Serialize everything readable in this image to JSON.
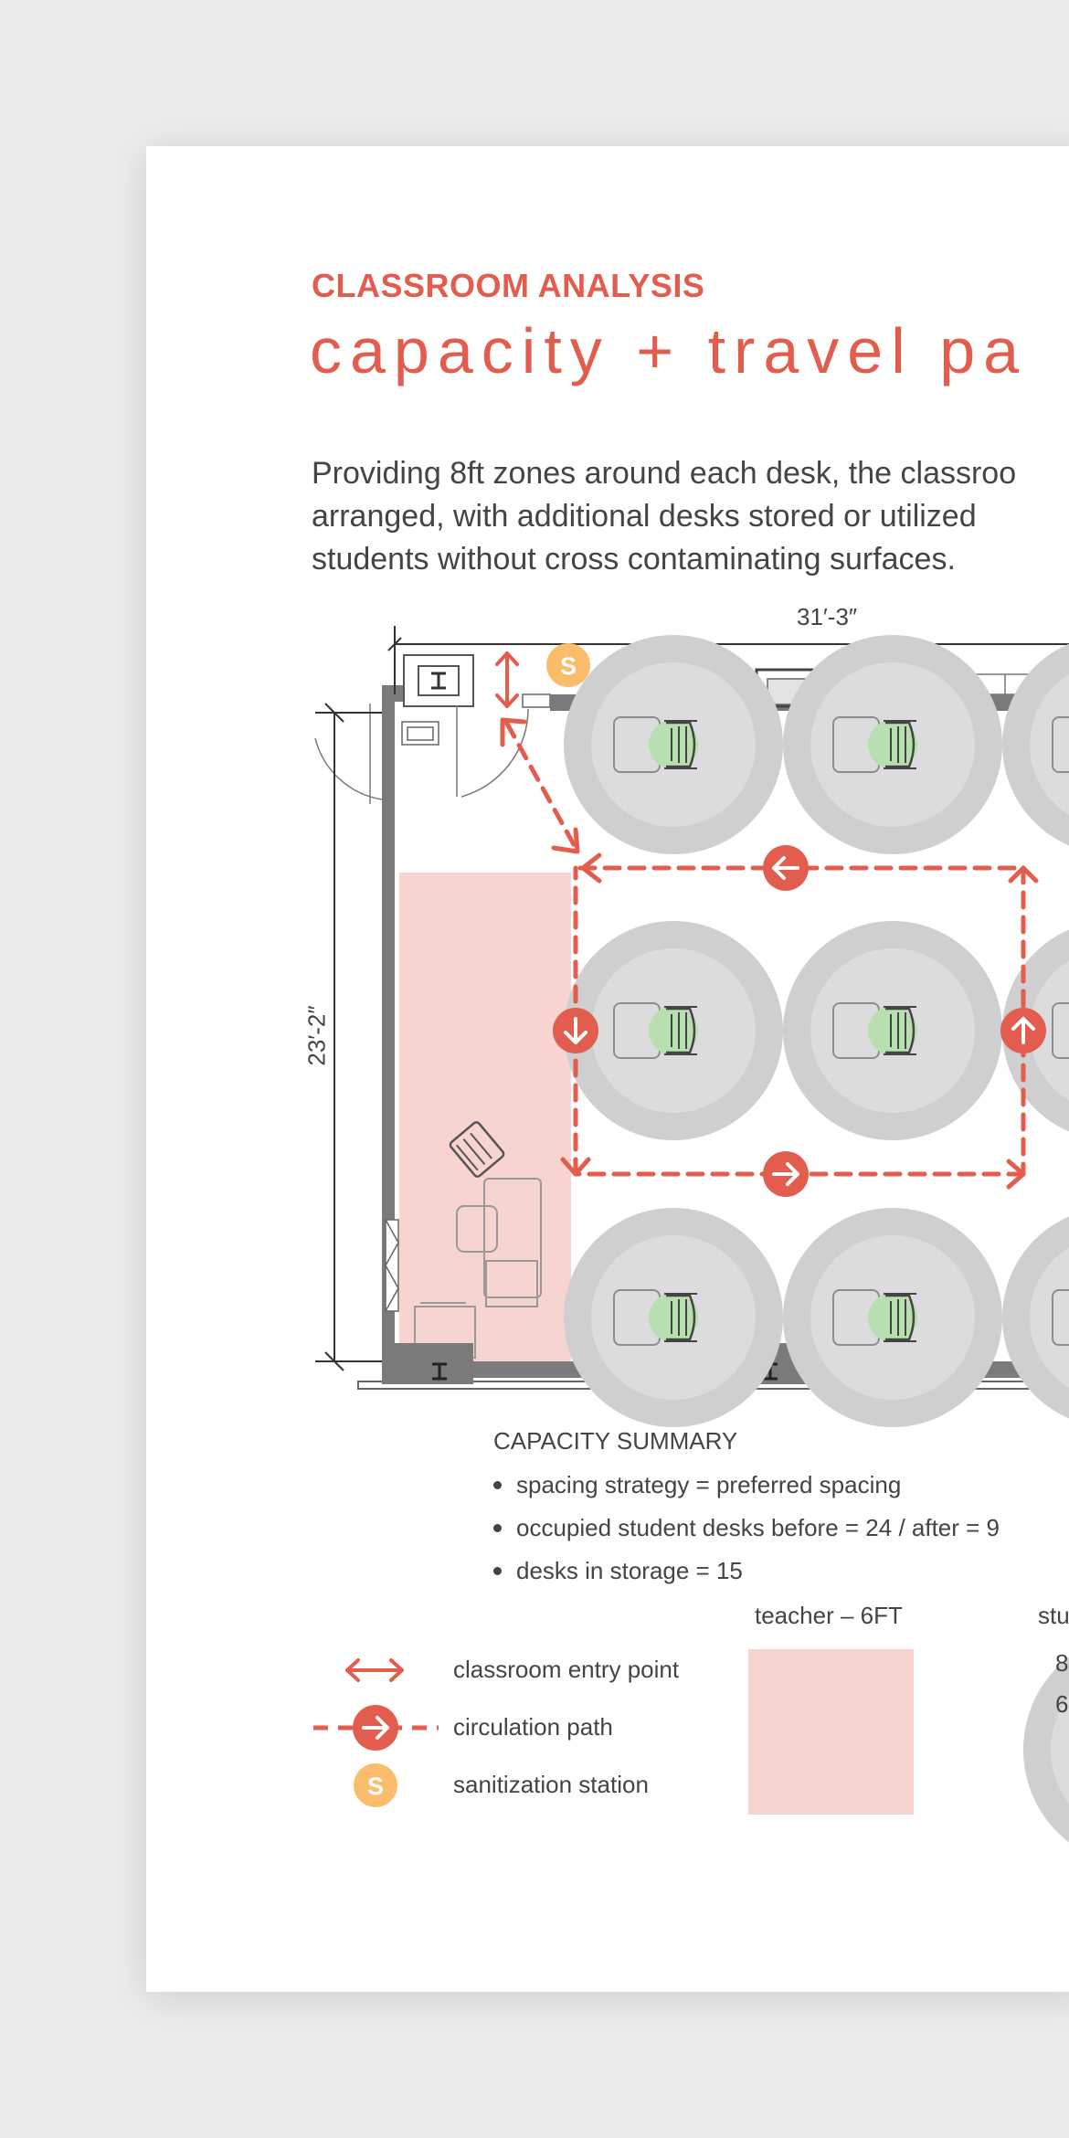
{
  "header": {
    "kicker": "CLASSROOM ANALYSIS",
    "title": "capacity + travel pa"
  },
  "intro": {
    "lines": [
      "Providing 8ft zones around each desk, the classroo",
      "arranged, with additional desks stored or utilized",
      "students without cross contaminating surfaces."
    ]
  },
  "plan": {
    "width_dimension": "31′-3″",
    "height_dimension": "23′-2″",
    "sanitization_marker": "S"
  },
  "capacity_summary": {
    "title": "CAPACITY SUMMARY",
    "items": [
      "spacing strategy = preferred spacing",
      "occupied student desks before = 24  /  after = 9",
      "desks in storage = 15"
    ]
  },
  "legend": {
    "entry_point": "classroom entry point",
    "circulation": "circulation path",
    "sanitization": "sanitization station",
    "sanitization_marker": "S",
    "teacher_zone": "teacher – 6FT",
    "student_zone_cut": "stu",
    "ring_outer_cut": "8",
    "ring_inner_cut": "6"
  },
  "colors": {
    "accent_red": "#e35d4f",
    "teacher_zone": "#f8d4d1",
    "ring_outer": "#cfcfd1",
    "ring_inner": "#dcdcde",
    "student_green": "#b8dfb0",
    "sanitizer": "#fbbd6c"
  }
}
